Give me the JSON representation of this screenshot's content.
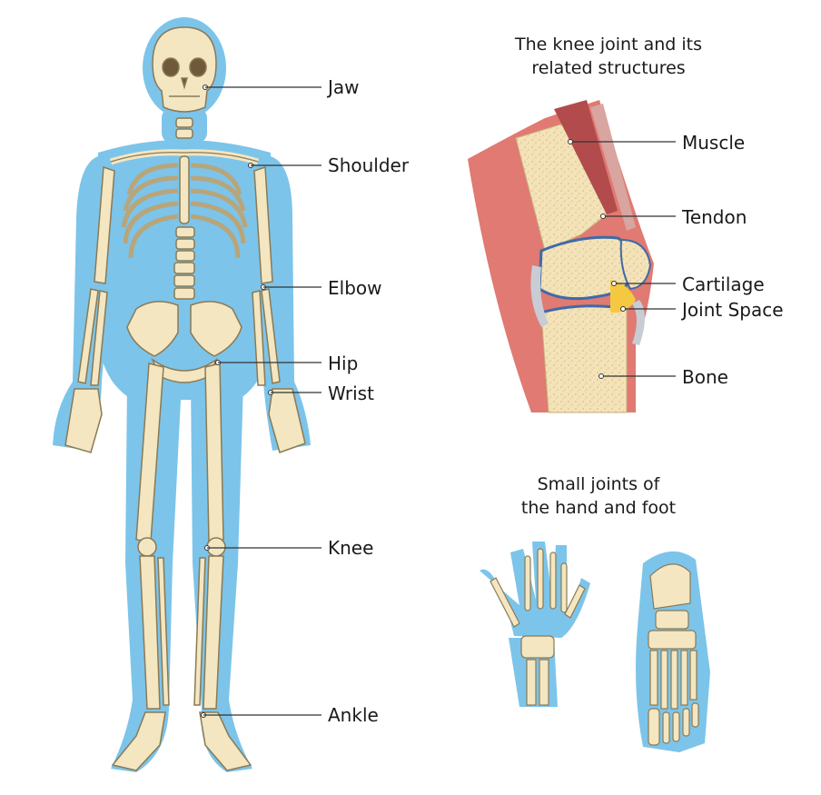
{
  "figure": {
    "skeleton_labels": {
      "jaw": "Jaw",
      "shoulder": "Shoulder",
      "elbow": "Elbow",
      "hip": "Hip",
      "wrist": "Wrist",
      "knee": "Knee",
      "ankle": "Ankle"
    },
    "knee_panel": {
      "title_line1": "The knee joint and its",
      "title_line2": "related structures",
      "labels": {
        "muscle": "Muscle",
        "tendon": "Tendon",
        "cartilage": "Cartilage",
        "joint_space": "Joint Space",
        "bone": "Bone"
      }
    },
    "small_joints_panel": {
      "title_line1": "Small joints of",
      "title_line2": "the hand and foot"
    },
    "colors": {
      "body_outline": "#7cc4ea",
      "bone": "#f3e6c0",
      "bone_stroke": "#8a7a55",
      "muscle_red": "#e07a72",
      "cartilage_blue": "#3e6aa8",
      "joint_space_yellow": "#f5c842",
      "label_line": "#333333"
    },
    "icons": [
      "skeleton-illustration",
      "knee-joint-illustration",
      "hand-skeleton-illustration",
      "foot-skeleton-illustration"
    ]
  }
}
